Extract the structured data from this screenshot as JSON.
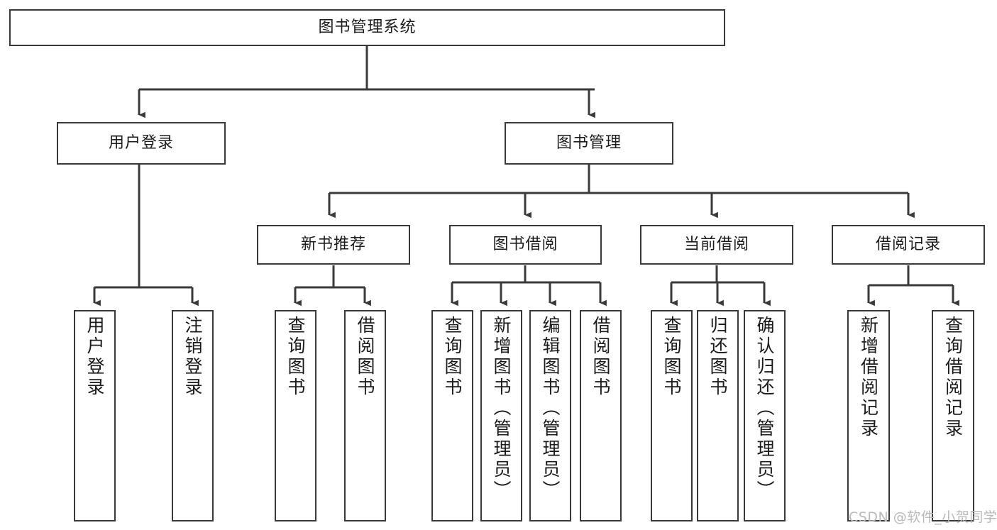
{
  "diagram": {
    "title": "图书管理系统",
    "type": "hierarchy-tree",
    "watermark": "CSDN @软件_小贺同学",
    "colors": {
      "box_border": "#3a3a3a",
      "connector": "#3a3a3a",
      "background": "#ffffff",
      "watermark": "#b9b9b9"
    },
    "nodes": {
      "root": {
        "label": "图书管理系统",
        "level": 1,
        "orientation": "horizontal"
      },
      "l2_user_login": {
        "label": "用户登录",
        "level": 2,
        "orientation": "horizontal"
      },
      "l2_book_mgmt": {
        "label": "图书管理",
        "level": 2,
        "orientation": "horizontal"
      },
      "l3_new_book_rec": {
        "label": "新书推荐",
        "level": 3,
        "orientation": "horizontal"
      },
      "l3_book_borrow": {
        "label": "图书借阅",
        "level": 3,
        "orientation": "horizontal"
      },
      "l3_current_borrow": {
        "label": "当前借阅",
        "level": 3,
        "orientation": "horizontal"
      },
      "l3_borrow_record": {
        "label": "借阅记录",
        "level": 3,
        "orientation": "horizontal"
      },
      "leaf_user_login": {
        "label": "用户登录",
        "level": 4,
        "orientation": "vertical"
      },
      "leaf_logout": {
        "label": "注销登录",
        "level": 4,
        "orientation": "vertical"
      },
      "leaf_query_book_a": {
        "label": "查询图书",
        "level": 4,
        "orientation": "vertical"
      },
      "leaf_borrow_book_a": {
        "label": "借阅图书",
        "level": 4,
        "orientation": "vertical"
      },
      "leaf_query_book_b": {
        "label": "查询图书",
        "level": 4,
        "orientation": "vertical"
      },
      "leaf_add_book": {
        "label": "新增图书（管理员）",
        "level": 4,
        "orientation": "vertical"
      },
      "leaf_edit_book": {
        "label": "编辑图书（管理员）",
        "level": 4,
        "orientation": "vertical"
      },
      "leaf_borrow_book_b": {
        "label": "借阅图书",
        "level": 4,
        "orientation": "vertical"
      },
      "leaf_query_book_c": {
        "label": "查询图书",
        "level": 4,
        "orientation": "vertical"
      },
      "leaf_return_book": {
        "label": "归还图书",
        "level": 4,
        "orientation": "vertical"
      },
      "leaf_confirm_return": {
        "label": "确认归还（管理员）",
        "level": 4,
        "orientation": "vertical"
      },
      "leaf_add_record": {
        "label": "新增借阅记录",
        "level": 4,
        "orientation": "vertical"
      },
      "leaf_query_record": {
        "label": "查询借阅记录",
        "level": 4,
        "orientation": "vertical"
      }
    },
    "edges": [
      {
        "from": "root",
        "to": "l2_user_login"
      },
      {
        "from": "root",
        "to": "l2_book_mgmt"
      },
      {
        "from": "l2_user_login",
        "to": "leaf_user_login"
      },
      {
        "from": "l2_user_login",
        "to": "leaf_logout"
      },
      {
        "from": "l2_book_mgmt",
        "to": "l3_new_book_rec"
      },
      {
        "from": "l2_book_mgmt",
        "to": "l3_book_borrow"
      },
      {
        "from": "l2_book_mgmt",
        "to": "l3_current_borrow"
      },
      {
        "from": "l2_book_mgmt",
        "to": "l3_borrow_record"
      },
      {
        "from": "l3_new_book_rec",
        "to": "leaf_query_book_a"
      },
      {
        "from": "l3_new_book_rec",
        "to": "leaf_borrow_book_a"
      },
      {
        "from": "l3_book_borrow",
        "to": "leaf_query_book_b"
      },
      {
        "from": "l3_book_borrow",
        "to": "leaf_add_book"
      },
      {
        "from": "l3_book_borrow",
        "to": "leaf_edit_book"
      },
      {
        "from": "l3_book_borrow",
        "to": "leaf_borrow_book_b"
      },
      {
        "from": "l3_current_borrow",
        "to": "leaf_query_book_c"
      },
      {
        "from": "l3_current_borrow",
        "to": "leaf_return_book"
      },
      {
        "from": "l3_current_borrow",
        "to": "leaf_confirm_return"
      },
      {
        "from": "l3_borrow_record",
        "to": "leaf_add_record"
      },
      {
        "from": "l3_borrow_record",
        "to": "leaf_query_record"
      }
    ]
  }
}
